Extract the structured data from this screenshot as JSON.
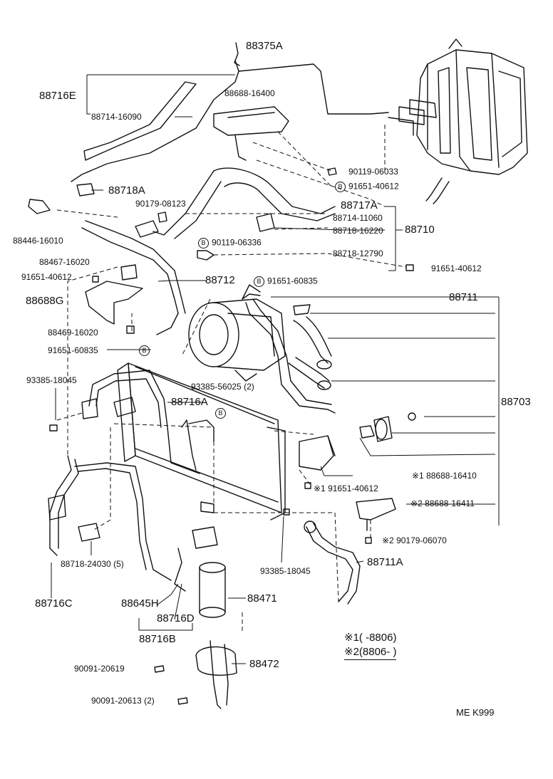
{
  "labels": {
    "p88375A": "88375A",
    "p88716E": "88716E",
    "p88714_16090": "88714-16090",
    "p88688_16400": "88688-16400",
    "p90119_06033": "90119-06033",
    "p91651_40612a": "91651-40612",
    "p88718A": "88718A",
    "p90179_08123": "90179-08123",
    "p88717A": "88717A",
    "p88714_11060": "88714-11060",
    "p88718_16220": "88718-16220",
    "p88710": "88710",
    "p88446_16010": "88446-16010",
    "p90119_06336": "90119-06336",
    "p88718_12790": "88718-12790",
    "p88467_16020": "88467-16020",
    "p91651_40612b": "91651-40612",
    "p91651_40612c": "91651-40612",
    "p88712": "88712",
    "p91651_60835a": "91651-60835",
    "p88688G": "88688G",
    "p88711": "88711",
    "p88469_16020": "88469-16020",
    "p91651_60835b": "91651-60835",
    "p93385_18045a": "93385-18045",
    "p93385_56025": "93385-56025 (2)",
    "p88716A": "88716A",
    "p88703": "88703",
    "p88688_16410": "※1 88688-16410",
    "p91651_40612d": "※1 91651-40612",
    "p88688_16411": "※2 88688-16411",
    "p90179_06070": "※2 90179-06070",
    "p88718_24030": "88718-24030 (5)",
    "p93385_18045b": "93385-18045",
    "p88711A": "88711A",
    "p88716C": "88716C",
    "p88645H": "88645H",
    "p88471": "88471",
    "p88716D": "88716D",
    "p88716B": "88716B",
    "p90091_20619": "90091-20619",
    "p88472": "88472",
    "p90091_20613": "90091-20613 (2)"
  },
  "circle_mark": "B",
  "notes": {
    "n1": "※1(     -8806)",
    "n2": "※2(8806-       )"
  },
  "diagram_code": "ME  K999"
}
